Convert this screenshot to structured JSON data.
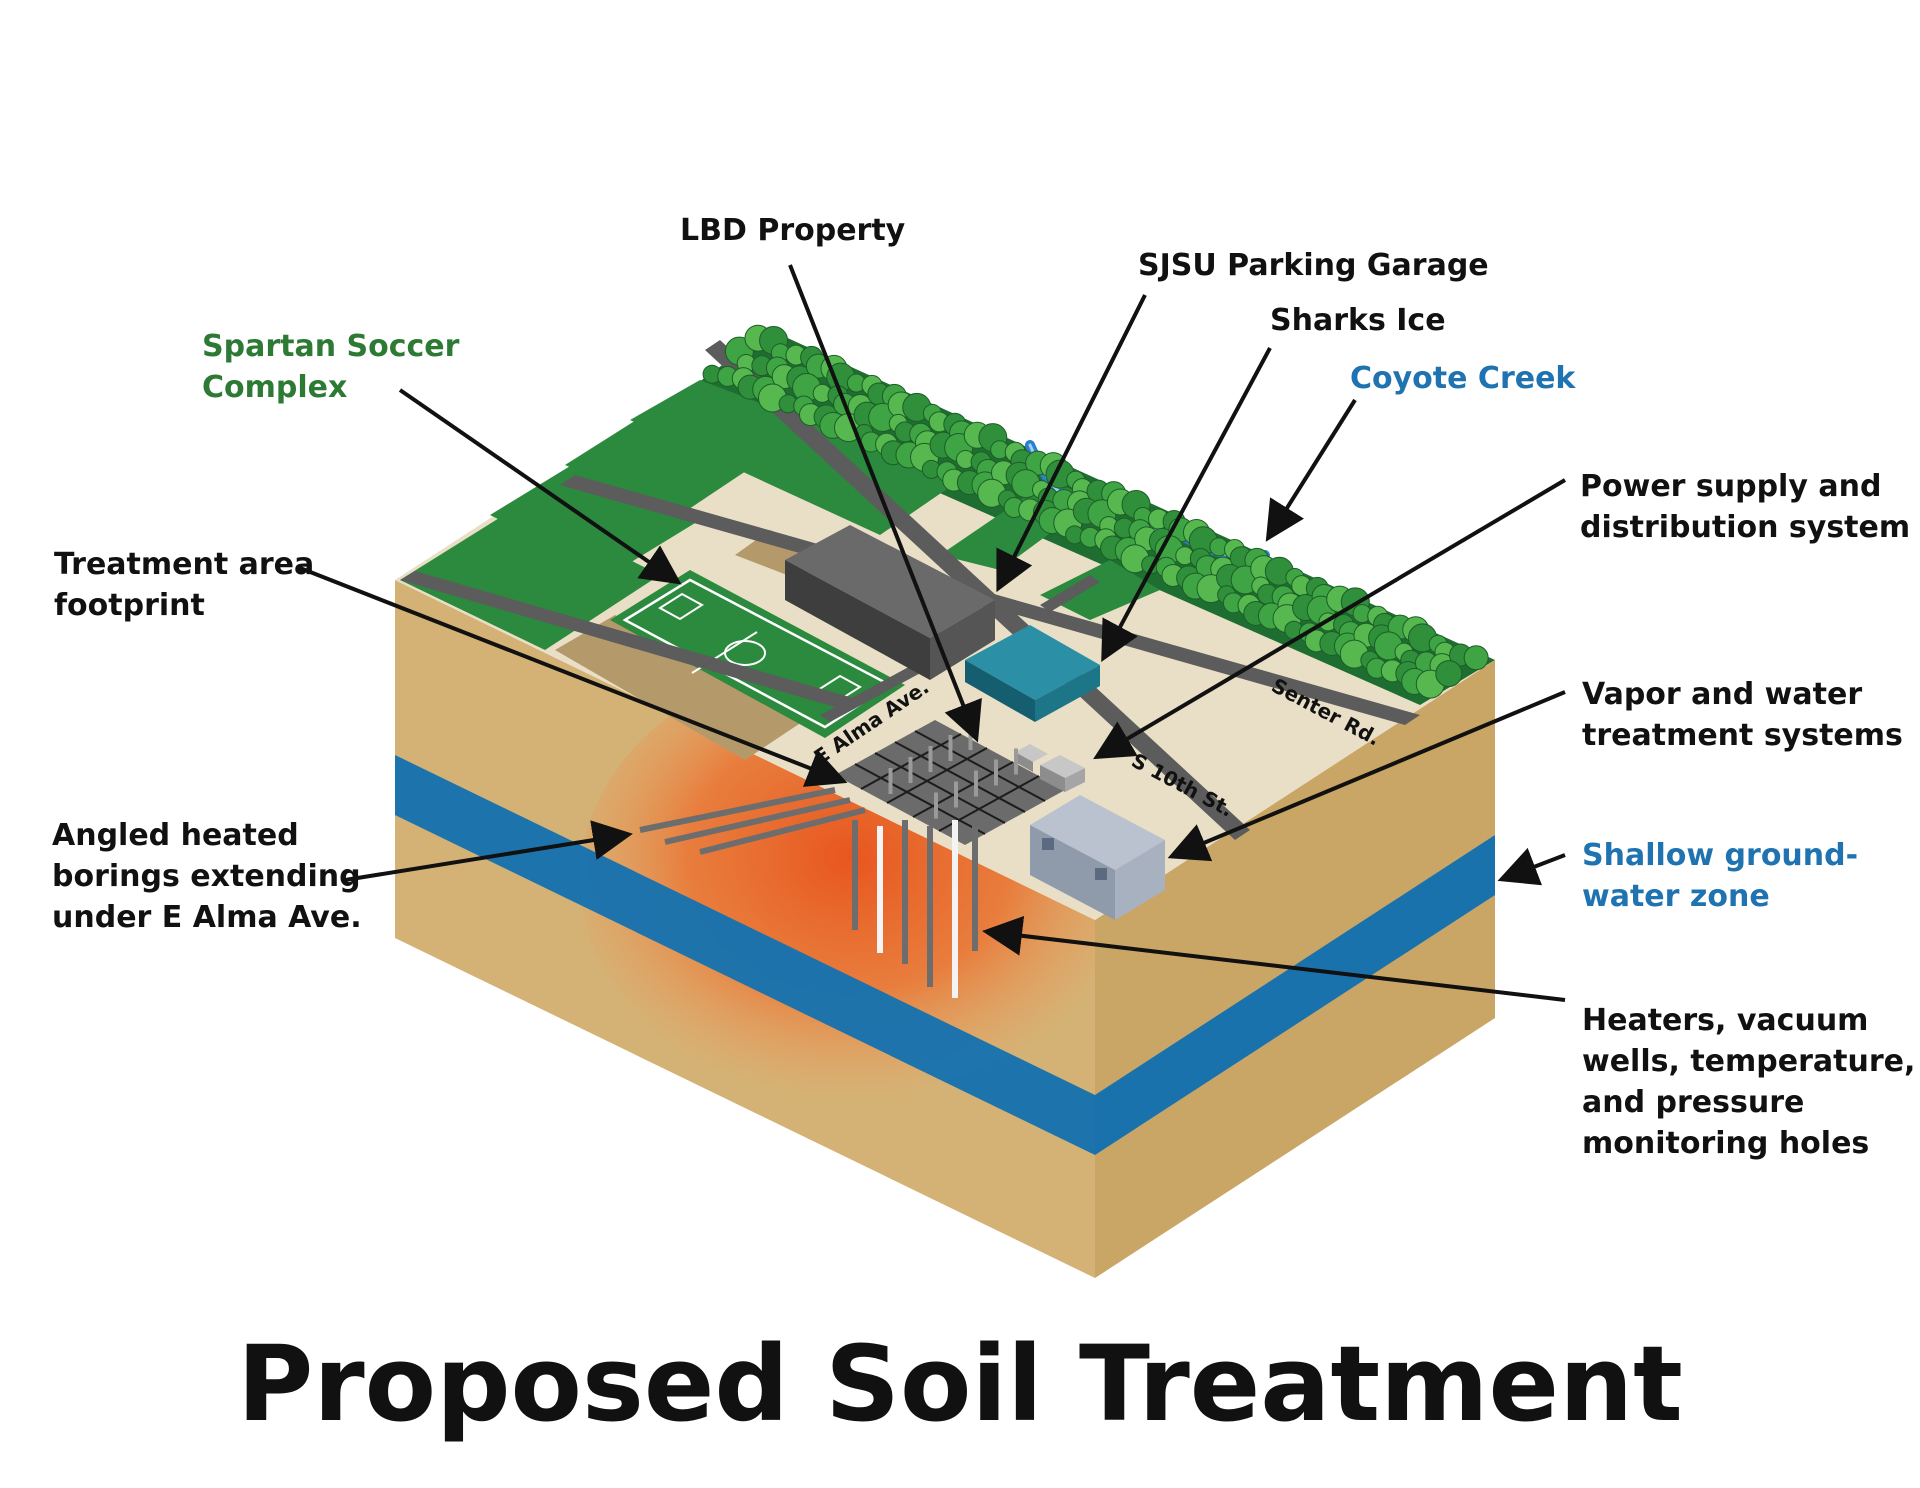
{
  "title": "Proposed Soil Treatment",
  "colors": {
    "soil": "#d4b275",
    "soil_dark": "#c9a566",
    "groundwater": "#1a72ad",
    "heat": "#ea6a2a",
    "grass": "#2b8a3e",
    "grass_dark": "#1f6e31",
    "tree": "#3fa443",
    "pavement": "#e9dfc6",
    "road": "#5c5c5c",
    "lbd_building": "#4c4c4c",
    "sharks_ice": "#1b6f82",
    "creek": "#2a7fd1",
    "label_green": "#2d7a35",
    "label_blue": "#1f73b0"
  },
  "labels": {
    "lbd_property": "LBD Property",
    "sjsu_garage": "SJSU Parking Garage",
    "sharks_ice": "Sharks Ice",
    "coyote_creek": "Coyote Creek",
    "spartan_1": "Spartan Soccer",
    "spartan_2": "Complex",
    "treatment_1": "Treatment area",
    "treatment_2": "footprint",
    "power_1": "Power supply and",
    "power_2": "distribution system",
    "vapor_1": "Vapor and water",
    "vapor_2": "treatment systems",
    "angled_1": "Angled heated",
    "angled_2": "borings extending",
    "angled_3": "under E Alma Ave.",
    "shallow_1": "Shallow ground-",
    "shallow_2": "water zone",
    "heaters_1": "Heaters, vacuum",
    "heaters_2": "wells, temperature,",
    "heaters_3": "and pressure",
    "heaters_4": "monitoring holes"
  },
  "streets": {
    "alma": "E Alma Ave.",
    "tenth": "S 10th St.",
    "senter": "Senter Rd."
  },
  "icons": [
    "arrow-icon",
    "tree-icon",
    "soccer-field-icon",
    "baseball-diamond-icon",
    "building-icon",
    "well-icon"
  ]
}
